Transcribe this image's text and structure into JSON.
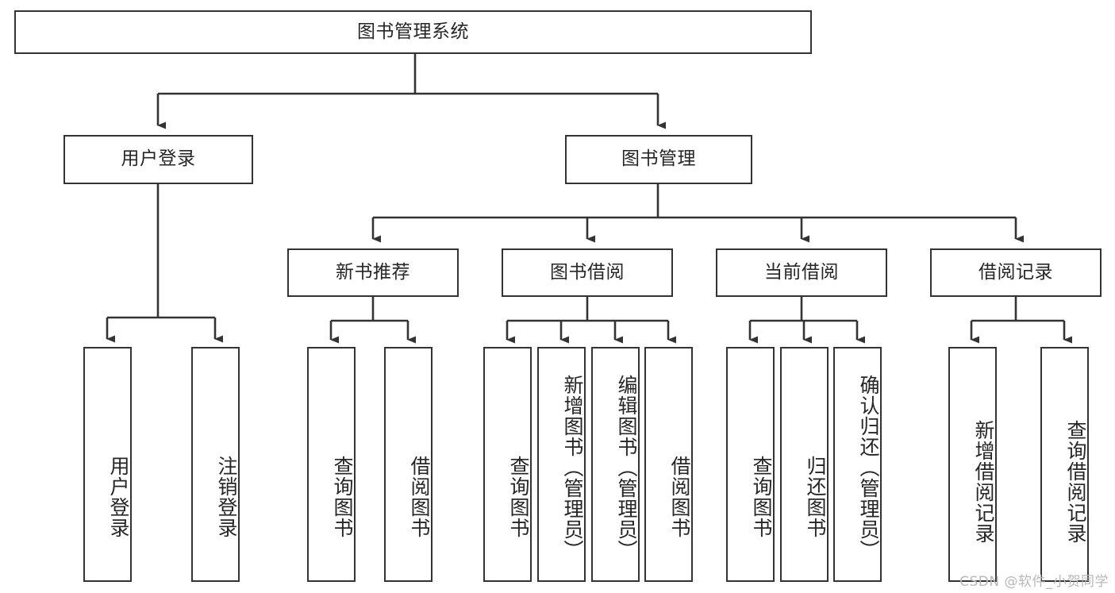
{
  "diagram": {
    "title": "图书管理系统",
    "type": "hierarchy-tree",
    "root": {
      "label": "图书管理系统"
    },
    "level2": [
      {
        "label": "用户登录"
      },
      {
        "label": "图书管理"
      }
    ],
    "level3": [
      {
        "label": "新书推荐"
      },
      {
        "label": "图书借阅"
      },
      {
        "label": "当前借阅"
      },
      {
        "label": "借阅记录"
      }
    ],
    "leaves_user_login": [
      {
        "label": "用户登录"
      },
      {
        "label": "注销登录"
      }
    ],
    "leaves_new_book": [
      {
        "label": "查询图书"
      },
      {
        "label": "借阅图书"
      }
    ],
    "leaves_borrow": [
      {
        "label": "查询图书"
      },
      {
        "label": "新增图书（管理员）"
      },
      {
        "label": "编辑图书（管理员）"
      },
      {
        "label": "借阅图书"
      }
    ],
    "leaves_current": [
      {
        "label": "查询图书"
      },
      {
        "label": "归还图书"
      },
      {
        "label": "确认归还（管理员）"
      }
    ],
    "leaves_records": [
      {
        "label": "新增借阅记录"
      },
      {
        "label": "查询借阅记录"
      }
    ]
  },
  "watermark": {
    "text": "CSDN @软件_小贺同学"
  },
  "colors": {
    "stroke": "#333333",
    "text": "#262626",
    "background": "#ffffff",
    "watermark": "#b8b8b8"
  }
}
